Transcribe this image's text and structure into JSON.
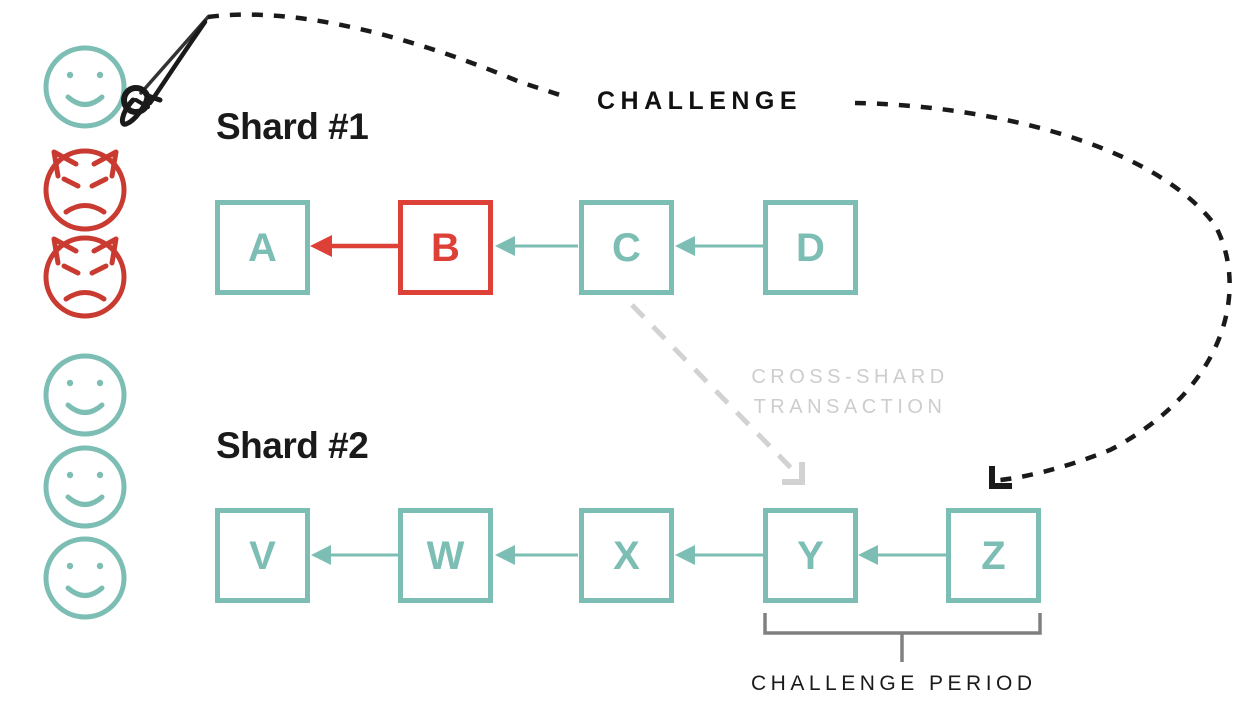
{
  "diagram": {
    "title_shard1": "Shard #1",
    "title_shard2": "Shard #2",
    "challenge_label": "CHALLENGE",
    "crossshard_line1": "CROSS-SHARD",
    "crossshard_line2": "TRANSACTION",
    "challenge_period_label": "CHALLENGE PERIOD"
  },
  "colors": {
    "teal": "#7cbdb4",
    "red": "#dd4037",
    "black": "#111111",
    "gray": "#808080",
    "light_gray": "#cdcdcd"
  },
  "shard1": {
    "blocks": [
      {
        "label": "A",
        "state": "valid"
      },
      {
        "label": "B",
        "state": "invalid"
      },
      {
        "label": "C",
        "state": "valid"
      },
      {
        "label": "D",
        "state": "valid"
      }
    ]
  },
  "shard2": {
    "blocks": [
      {
        "label": "V",
        "state": "valid"
      },
      {
        "label": "W",
        "state": "valid"
      },
      {
        "label": "X",
        "state": "valid"
      },
      {
        "label": "Y",
        "state": "valid"
      },
      {
        "label": "Z",
        "state": "valid"
      }
    ]
  },
  "actors": {
    "group1": [
      {
        "icon": "happy-face-icon",
        "mood": "happy"
      },
      {
        "icon": "angry-devil-face-icon",
        "mood": "angry"
      },
      {
        "icon": "angry-devil-face-icon",
        "mood": "angry"
      }
    ],
    "group2": [
      {
        "icon": "happy-face-icon",
        "mood": "happy"
      },
      {
        "icon": "happy-face-icon",
        "mood": "happy"
      },
      {
        "icon": "happy-face-icon",
        "mood": "happy"
      }
    ]
  },
  "icons": {
    "fishing_hook": "fishing-hook-icon",
    "challenge_arrow": "challenge-arrow-icon",
    "crossshard_arrow": "crossshard-arrow-icon",
    "period_bracket": "challenge-period-bracket-icon"
  }
}
